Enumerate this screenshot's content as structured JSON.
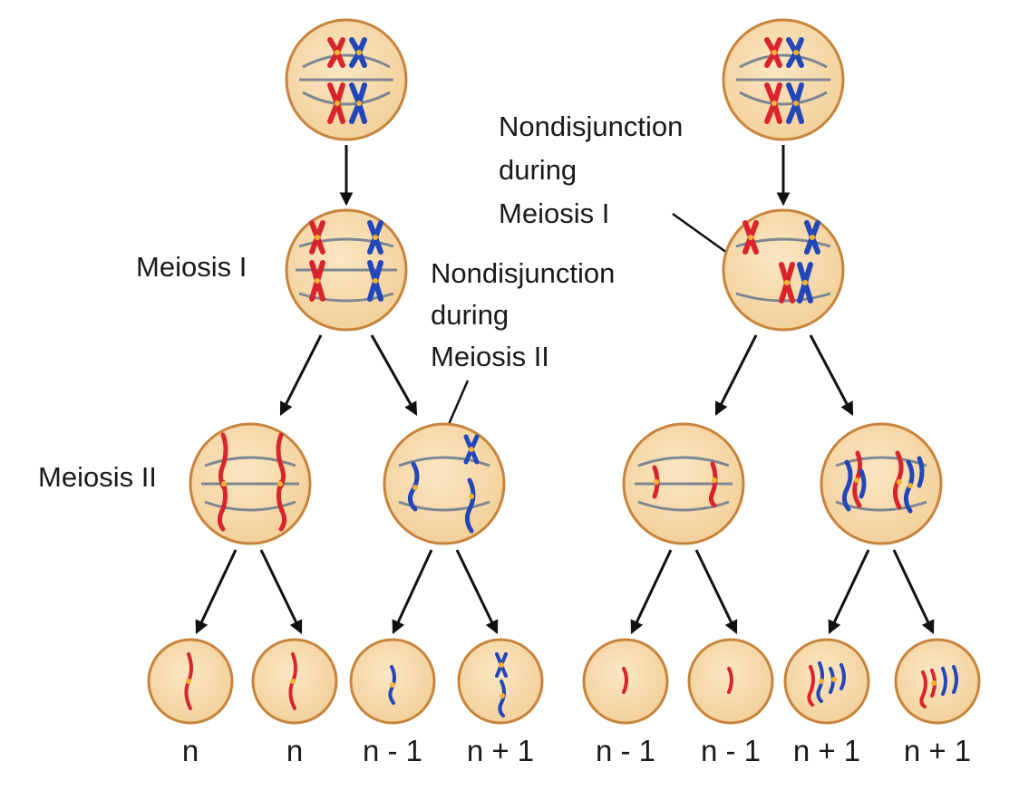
{
  "stage_labels": {
    "meiosis_1": "Meiosis I",
    "meiosis_2": "Meiosis II"
  },
  "annotations": {
    "meiosis_2_nondisjunction": [
      "Nondisjunction",
      "during",
      "Meiosis II"
    ],
    "meiosis_1_nondisjunction": [
      "Nondisjunction",
      "during",
      "Meiosis I"
    ]
  },
  "gamete_labels": [
    "n",
    "n",
    "n - 1",
    "n + 1",
    "n - 1",
    "n - 1",
    "n + 1",
    "n + 1"
  ],
  "colors": {
    "cell_fill": "#f7dcae",
    "cell_outline": "#c8843c",
    "spindle": "#7d8792",
    "maternal_chromosome": "#d8252b",
    "paternal_chromosome": "#2346b8",
    "centromere": "#f2b431",
    "arrow": "#111111"
  }
}
